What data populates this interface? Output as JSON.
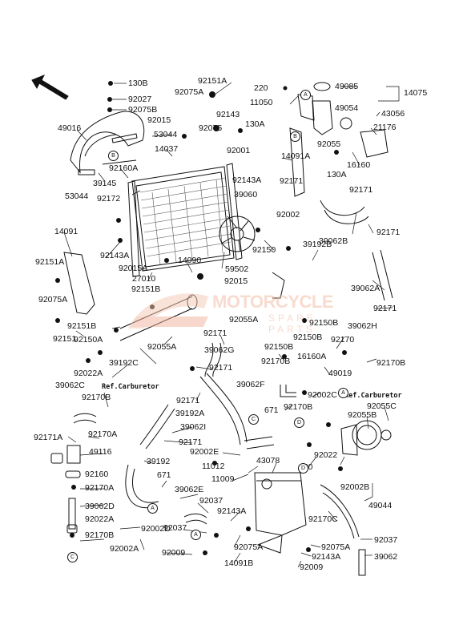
{
  "diagram": {
    "labels": [
      {
        "id": "130B",
        "text": "130B"
      },
      {
        "id": "92151A-t",
        "text": "92151A"
      },
      {
        "id": "220",
        "text": "220"
      },
      {
        "id": "49085",
        "text": "49085"
      },
      {
        "id": "14075",
        "text": "14075"
      },
      {
        "id": "92027",
        "text": "92027"
      },
      {
        "id": "92075A-t",
        "text": "92075A"
      },
      {
        "id": "11050",
        "text": "11050"
      },
      {
        "id": "49054",
        "text": "49054"
      },
      {
        "id": "43056",
        "text": "43056"
      },
      {
        "id": "92075B",
        "text": "92075B"
      },
      {
        "id": "92015-t",
        "text": "92015"
      },
      {
        "id": "92143-t",
        "text": "92143"
      },
      {
        "id": "130A-t",
        "text": "130A"
      },
      {
        "id": "21176",
        "text": "21176"
      },
      {
        "id": "49016",
        "text": "49016"
      },
      {
        "id": "53044-t",
        "text": "53044"
      },
      {
        "id": "92075-t",
        "text": "92075"
      },
      {
        "id": "92055-t",
        "text": "92055"
      },
      {
        "id": "14037",
        "text": "14037"
      },
      {
        "id": "92001",
        "text": "92001"
      },
      {
        "id": "14091A",
        "text": "14091A"
      },
      {
        "id": "16160",
        "text": "16160"
      },
      {
        "id": "92160A",
        "text": "92160A"
      },
      {
        "id": "130A-m",
        "text": "130A"
      },
      {
        "id": "39145",
        "text": "39145"
      },
      {
        "id": "92143A-t",
        "text": "92143A"
      },
      {
        "id": "92171-t",
        "text": "92171"
      },
      {
        "id": "92171-t2",
        "text": "92171"
      },
      {
        "id": "39060",
        "text": "39060"
      },
      {
        "id": "53044-b",
        "text": "53044"
      },
      {
        "id": "92172",
        "text": "92172"
      },
      {
        "id": "92002-t",
        "text": "92002"
      },
      {
        "id": "39062B",
        "text": "39062B"
      },
      {
        "id": "92171-r",
        "text": "92171"
      },
      {
        "id": "14091",
        "text": "14091"
      },
      {
        "id": "92150-t",
        "text": "92150"
      },
      {
        "id": "39192B",
        "text": "39192B"
      },
      {
        "id": "92143A-l",
        "text": "92143A"
      },
      {
        "id": "14090",
        "text": "14090"
      },
      {
        "id": "92151A-l",
        "text": "92151A"
      },
      {
        "id": "92015A",
        "text": "92015A"
      },
      {
        "id": "59502",
        "text": "59502"
      },
      {
        "id": "27010",
        "text": "27010"
      },
      {
        "id": "92015-m",
        "text": "92015"
      },
      {
        "id": "39062A",
        "text": "39062A"
      },
      {
        "id": "92151B-t",
        "text": "92151B"
      },
      {
        "id": "92075A-l",
        "text": "92075A"
      },
      {
        "id": "92171-m",
        "text": "92171"
      },
      {
        "id": "92055A-r",
        "text": "92055A"
      },
      {
        "id": "92150B-a",
        "text": "92150B"
      },
      {
        "id": "39062H",
        "text": "39062H"
      },
      {
        "id": "92151",
        "text": "92151"
      },
      {
        "id": "92150B-b",
        "text": "92150B"
      },
      {
        "id": "92151B-m",
        "text": "92151B"
      },
      {
        "id": "92171-c",
        "text": "92171"
      },
      {
        "id": "92170",
        "text": "92170"
      },
      {
        "id": "92150B-c",
        "text": "92150B"
      },
      {
        "id": "92150A",
        "text": "92150A"
      },
      {
        "id": "92055A-m",
        "text": "92055A"
      },
      {
        "id": "39062G",
        "text": "39062G"
      },
      {
        "id": "16160A",
        "text": "16160A"
      },
      {
        "id": "39192C",
        "text": "39192C"
      },
      {
        "id": "92170B-r",
        "text": "92170B"
      },
      {
        "id": "92022A-t",
        "text": "92022A"
      },
      {
        "id": "92171-c2",
        "text": "92171"
      },
      {
        "id": "92170B-m",
        "text": "92170B"
      },
      {
        "id": "49019",
        "text": "49019"
      },
      {
        "id": "39062F",
        "text": "39062F"
      },
      {
        "id": "39062C",
        "text": "39062C"
      },
      {
        "id": "92002C",
        "text": "92002C"
      },
      {
        "id": "92170B-l",
        "text": "92170B"
      },
      {
        "id": "92171-d",
        "text": "92171"
      },
      {
        "id": "92170B-d",
        "text": "92170B"
      },
      {
        "id": "92055B",
        "text": "92055B"
      },
      {
        "id": "39192A",
        "text": "39192A"
      },
      {
        "id": "92055C",
        "text": "92055C"
      },
      {
        "id": "671-a",
        "text": "671"
      },
      {
        "id": "39062I",
        "text": "39062I"
      },
      {
        "id": "92171A",
        "text": "92171A"
      },
      {
        "id": "92170A-a",
        "text": "92170A"
      },
      {
        "id": "92171-e",
        "text": "92171"
      },
      {
        "id": "92022",
        "text": "92022"
      },
      {
        "id": "49116",
        "text": "49116"
      },
      {
        "id": "92002E",
        "text": "92002E"
      },
      {
        "id": "11012",
        "text": "11012"
      },
      {
        "id": "43078",
        "text": "43078"
      },
      {
        "id": "130",
        "text": "130"
      },
      {
        "id": "92160",
        "text": "92160"
      },
      {
        "id": "39192",
        "text": "39192"
      },
      {
        "id": "11009",
        "text": "11009"
      },
      {
        "id": "92002B",
        "text": "92002B"
      },
      {
        "id": "92170A-b",
        "text": "92170A"
      },
      {
        "id": "671-b",
        "text": "671"
      },
      {
        "id": "39062E",
        "text": "39062E"
      },
      {
        "id": "49044",
        "text": "49044"
      },
      {
        "id": "92037-a",
        "text": "92037"
      },
      {
        "id": "39062D",
        "text": "39062D"
      },
      {
        "id": "92143A-b",
        "text": "92143A"
      },
      {
        "id": "92022A-b",
        "text": "92022A"
      },
      {
        "id": "92002D",
        "text": "92002D"
      },
      {
        "id": "92170C",
        "text": "92170C"
      },
      {
        "id": "92037-b",
        "text": "92037"
      },
      {
        "id": "92170B-b",
        "text": "92170B"
      },
      {
        "id": "92037-c",
        "text": "92037"
      },
      {
        "id": "92002A",
        "text": "92002A"
      },
      {
        "id": "92075A-b",
        "text": "92075A"
      },
      {
        "id": "92075A-c",
        "text": "92075A"
      },
      {
        "id": "92009-a",
        "text": "92009"
      },
      {
        "id": "92143A-c",
        "text": "92143A"
      },
      {
        "id": "39062",
        "text": "39062"
      },
      {
        "id": "14091B",
        "text": "14091B"
      },
      {
        "id": "92009-b",
        "text": "92009"
      }
    ],
    "refs": [
      {
        "id": "ref-carb-1",
        "text": "Ref.Carburetor"
      },
      {
        "id": "ref-carb-2",
        "text": "Ref.Carburetor"
      }
    ],
    "circles": [
      "A",
      "B",
      "B",
      "A",
      "C",
      "D",
      "D",
      "C",
      "A",
      "A"
    ],
    "watermark": {
      "line1": "MOTORCYCLE",
      "line2": "SPARE PARTS"
    }
  }
}
